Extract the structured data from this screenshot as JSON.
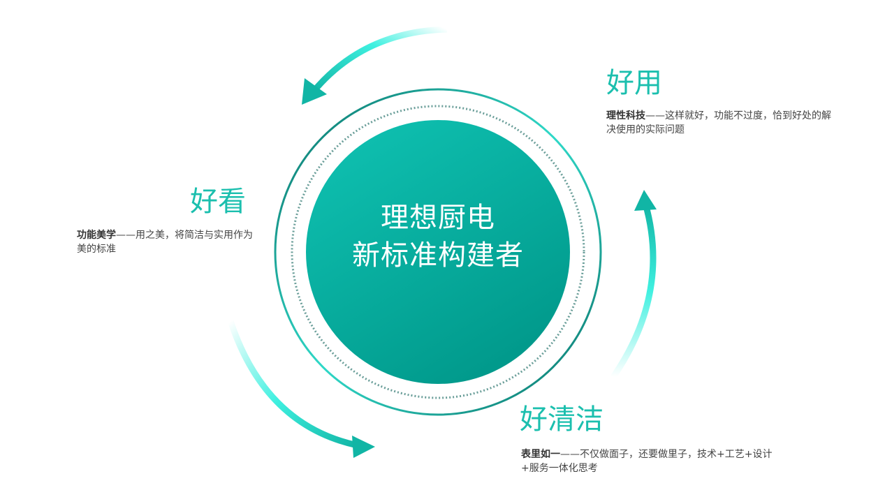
{
  "center": {
    "line1": "理想厨电",
    "line2": "新标准构建者"
  },
  "items": [
    {
      "title": "好用",
      "bold": "理性科技",
      "text": "——这样就好，功能不过度，恰到好处的解决使用的实际问题"
    },
    {
      "title": "好看",
      "bold": "功能美学",
      "text": "——用之美，将简洁与实用作为美的标准"
    },
    {
      "title": "好清洁",
      "bold": "表里如一",
      "text": "——不仅做面子，还要做里子，技术+工艺+设计+服务一体化思考"
    }
  ],
  "colors": {
    "accent": "#1bbfae",
    "dark": "#009688",
    "arrow": "#3ff0e0"
  }
}
